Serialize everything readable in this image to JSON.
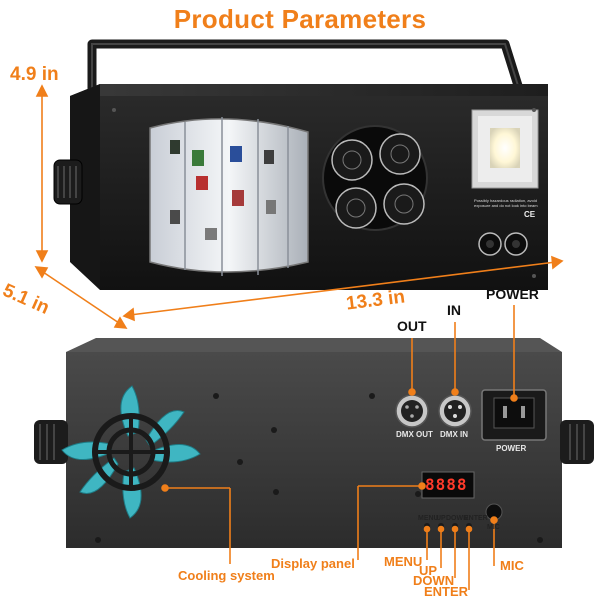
{
  "title": "Product Parameters",
  "dimensions": {
    "height": "4.9 in",
    "depth": "5.1 in",
    "width": "13.3 in"
  },
  "front_panel": {
    "warning_line1": "Possibly hazardous radiation, avoid direct eye",
    "warning_line2": "exposure and do not look into beam",
    "ce_mark": "CE"
  },
  "rear_panel": {
    "dmx_out_label": "DMX OUT",
    "dmx_in_label": "DMX IN",
    "power_label": "POWER",
    "mic_label": "MIC",
    "buttons": [
      "MENU",
      "UP",
      "DOWN",
      "ENTER"
    ],
    "display_value": "8888"
  },
  "callouts": {
    "out": "OUT",
    "in": "IN",
    "power": "POWER",
    "cooling": "Cooling system",
    "display": "Display panel",
    "menu": "MENU",
    "up": "UP",
    "down": "DOWN",
    "enter": "ENTER",
    "mic": "MIC"
  },
  "colors": {
    "accent": "#f07f1a",
    "fan": "#3fb6c2"
  }
}
